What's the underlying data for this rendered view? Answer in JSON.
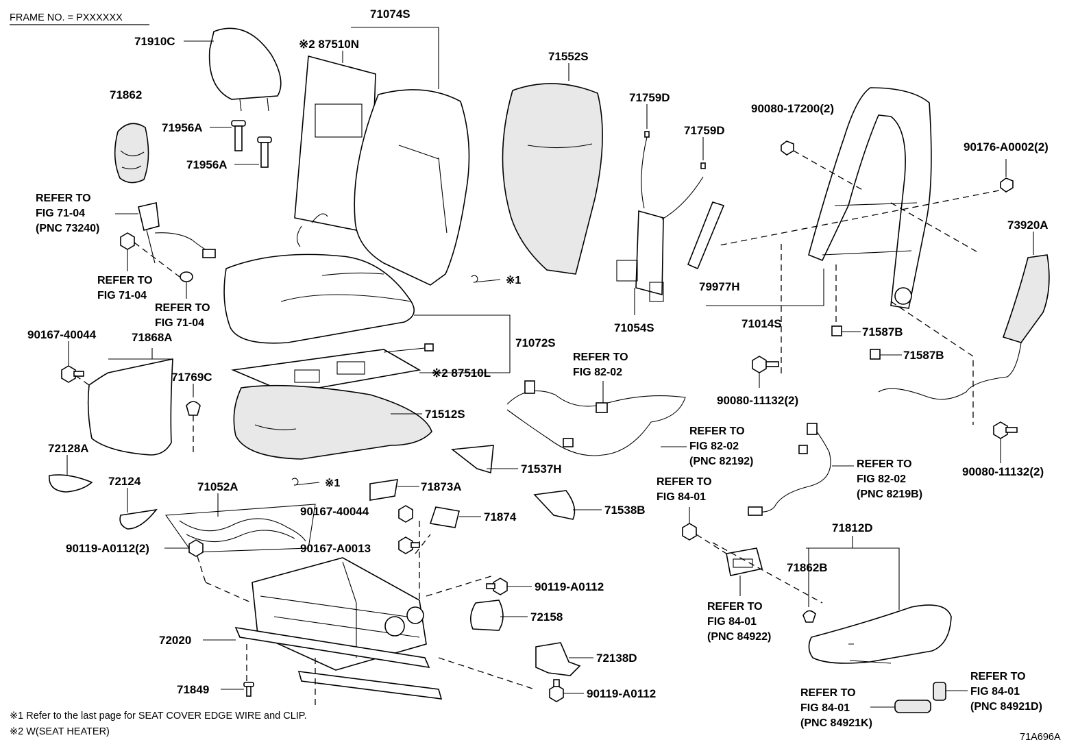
{
  "header": {
    "frame_no": "FRAME NO. = PXXXXXX"
  },
  "footer": {
    "note1": "※1 Refer to the last page for SEAT COVER EDGE WIRE and CLIP.",
    "note2": "※2 W(SEAT HEATER)",
    "figure_id": "71A696A"
  },
  "labels": {
    "p71074S": "71074S",
    "p87510N": "※2 87510N",
    "p71910C": "71910C",
    "p71862": "71862",
    "p71956A_1": "71956A",
    "p71956A_2": "71956A",
    "p71552S": "71552S",
    "p71759D_1": "71759D",
    "p71759D_2": "71759D",
    "p90080_17200": "90080-17200(2)",
    "p90176": "90176-A0002(2)",
    "p73920A": "73920A",
    "p79977H": "79977H",
    "p71014S": "71014S",
    "p71054S": "71054S",
    "p71587B_1": "71587B",
    "p71587B_2": "71587B",
    "note1_mark_a": "※1",
    "note1_mark_b": "※1",
    "p71072S": "71072S",
    "p87510L": "※2 87510L",
    "p71512S": "71512S",
    "p90167_40044_a": "90167-40044",
    "p71868A": "71868A",
    "p71769C": "71769C",
    "p72128A": "72128A",
    "p72124": "72124",
    "p71052A": "71052A",
    "p90119_A0112_2": "90119-A0112(2)",
    "p71873A": "71873A",
    "p90167_40044_b": "90167-40044",
    "p71874": "71874",
    "p90167_A0013": "90167-A0013",
    "p71537H": "71537H",
    "p71538B": "71538B",
    "p90119_A0112_a": "90119-A0112",
    "p72158": "72158",
    "p72020": "72020",
    "p72138D": "72138D",
    "p71849": "71849",
    "p90119_A0112_b": "90119-A0112",
    "p90080_11132_a": "90080-11132(2)",
    "p90080_11132_b": "90080-11132(2)",
    "p71812D": "71812D",
    "p71862B": "71862B"
  },
  "refs": {
    "r7104_belt": [
      "REFER TO",
      "FIG 71-04",
      "(PNC 73240)"
    ],
    "r7104_a": [
      "REFER TO",
      "FIG 71-04"
    ],
    "r7104_b": [
      "REFER TO",
      "FIG 71-04"
    ],
    "r8202_a": [
      "REFER TO",
      "FIG 82-02"
    ],
    "r8202_b": [
      "REFER TO",
      "FIG 82-02",
      "(PNC 82192)"
    ],
    "r8202_c": [
      "REFER TO",
      "FIG 82-02",
      "(PNC 8219B)"
    ],
    "r8401_a": [
      "REFER TO",
      "FIG 84-01"
    ],
    "r8401_b": [
      "REFER TO",
      "FIG 84-01",
      "(PNC 84922)"
    ],
    "r8401_c": [
      "REFER TO",
      "FIG 84-01",
      "(PNC 84921K)"
    ],
    "r8401_d": [
      "REFER TO",
      "FIG 84-01",
      "(PNC 84921D)"
    ]
  }
}
